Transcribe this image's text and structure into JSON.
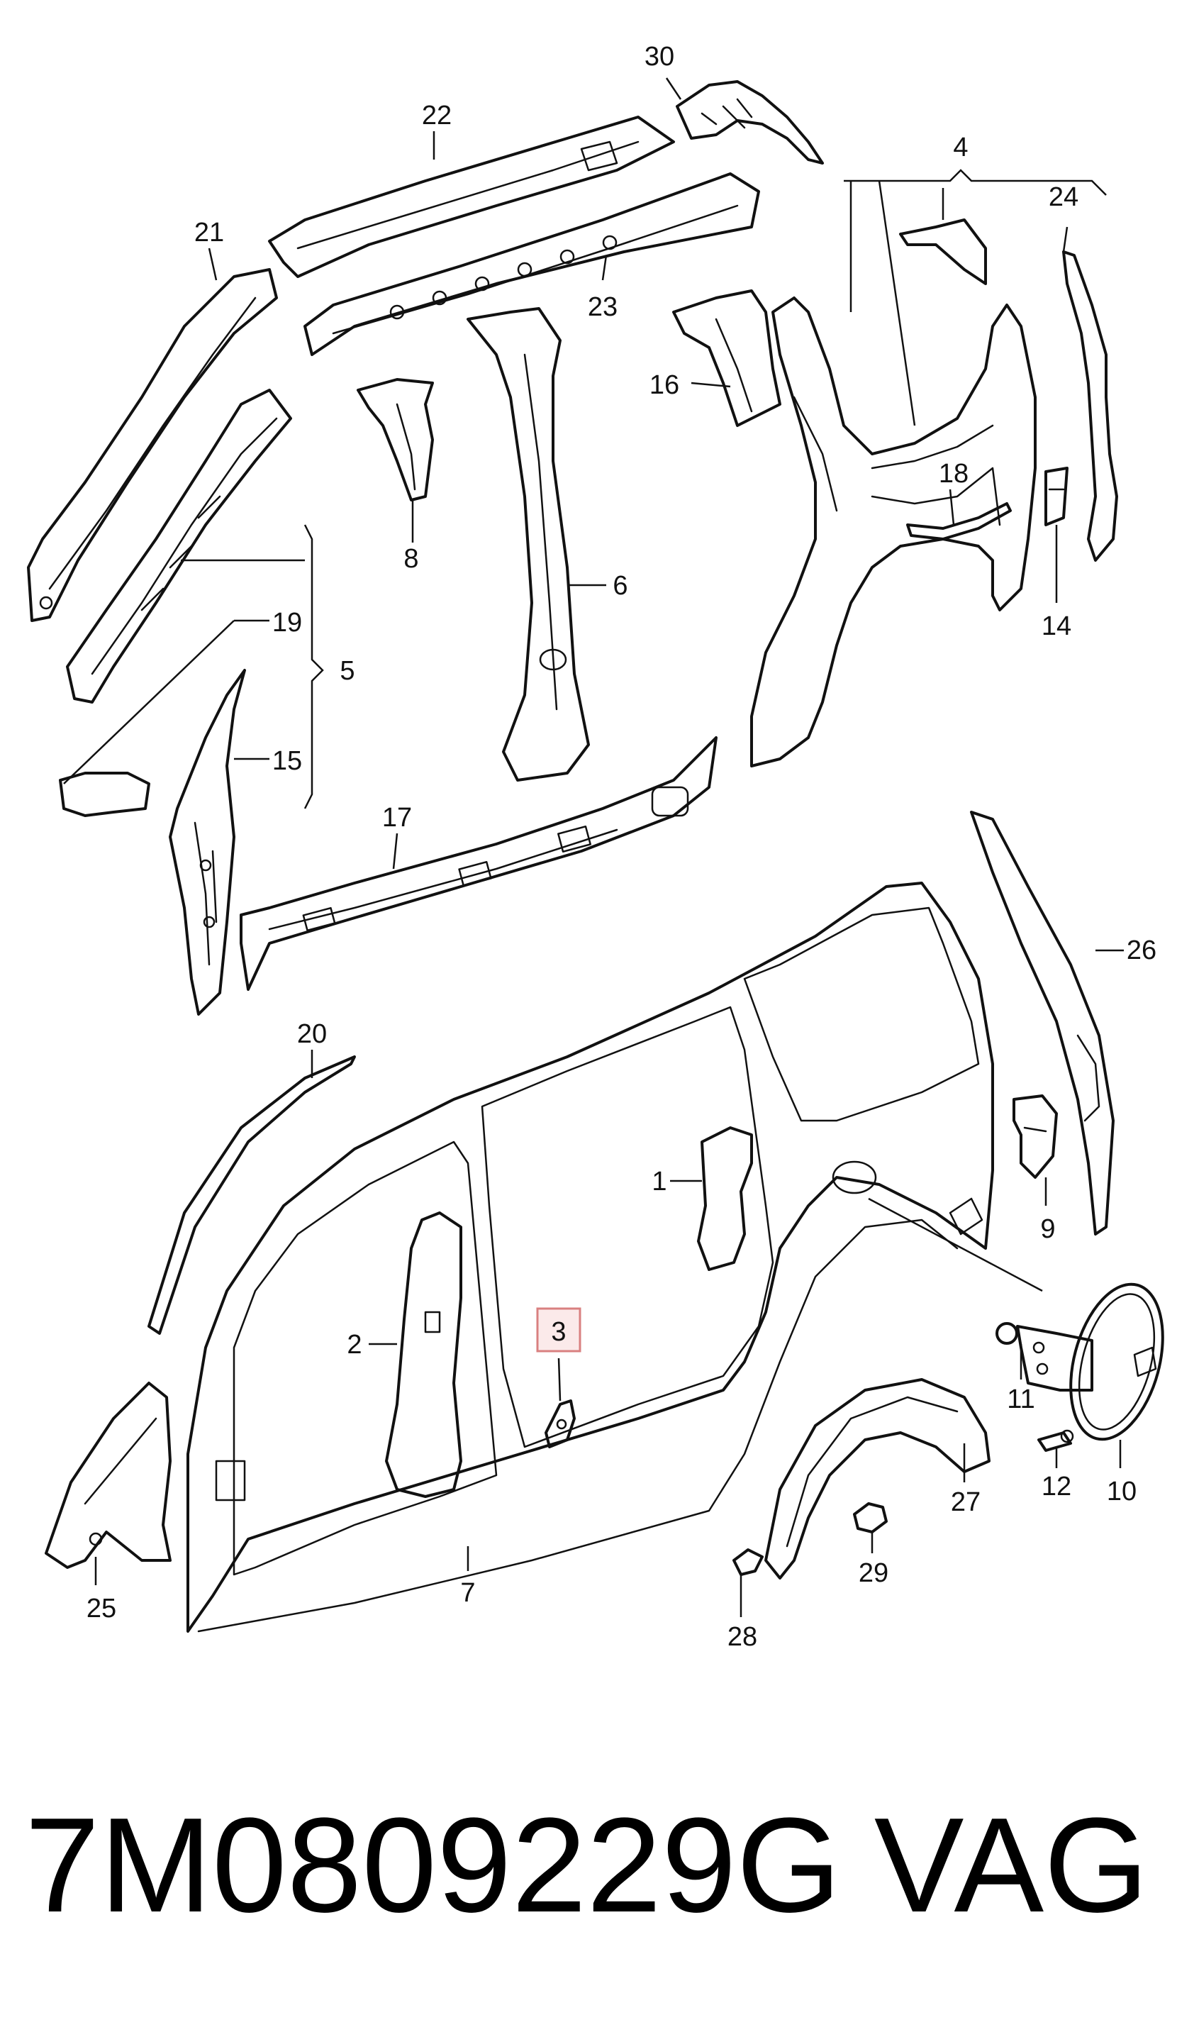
{
  "diagram": {
    "callouts": [
      {
        "id": "c30",
        "label": "30"
      },
      {
        "id": "c22",
        "label": "22"
      },
      {
        "id": "c4",
        "label": "4"
      },
      {
        "id": "c24",
        "label": "24"
      },
      {
        "id": "c21",
        "label": "21"
      },
      {
        "id": "c23",
        "label": "23"
      },
      {
        "id": "c16",
        "label": "16"
      },
      {
        "id": "c18",
        "label": "18"
      },
      {
        "id": "c8",
        "label": "8"
      },
      {
        "id": "c6",
        "label": "6"
      },
      {
        "id": "c14",
        "label": "14"
      },
      {
        "id": "c19",
        "label": "19"
      },
      {
        "id": "c5",
        "label": "5"
      },
      {
        "id": "c15",
        "label": "15"
      },
      {
        "id": "c17",
        "label": "17"
      },
      {
        "id": "c26",
        "label": "26"
      },
      {
        "id": "c20",
        "label": "20"
      },
      {
        "id": "c1",
        "label": "1"
      },
      {
        "id": "c9",
        "label": "9"
      },
      {
        "id": "c2",
        "label": "2"
      },
      {
        "id": "c3",
        "label": "3",
        "highlighted": true
      },
      {
        "id": "c11",
        "label": "11"
      },
      {
        "id": "c10",
        "label": "10"
      },
      {
        "id": "c12",
        "label": "12"
      },
      {
        "id": "c27",
        "label": "27"
      },
      {
        "id": "c29",
        "label": "29"
      },
      {
        "id": "c7",
        "label": "7"
      },
      {
        "id": "c25",
        "label": "25"
      },
      {
        "id": "c28",
        "label": "28"
      }
    ],
    "highlight_color": "#d98080"
  },
  "footer": {
    "part_number": "7M0809229G",
    "brand": "VAG"
  }
}
